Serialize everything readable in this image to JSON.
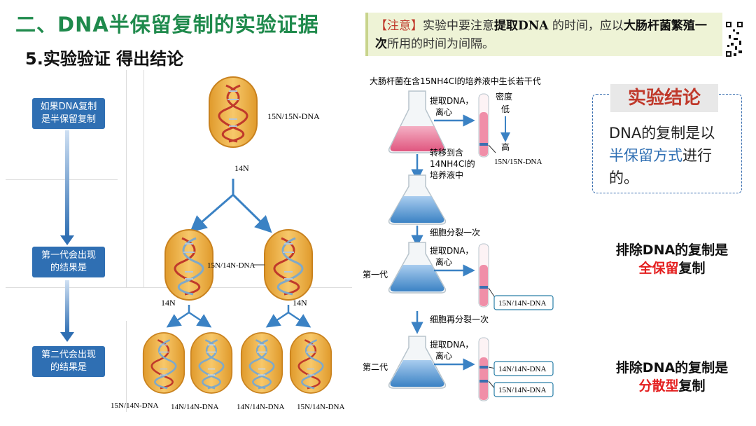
{
  "header": {
    "title": "二、DNA半保留复制的实验证据",
    "subtitle": "5.实验验证  得出结论"
  },
  "note": {
    "tag": "【注意】",
    "part1": "实验中要注意",
    "bold1": "提取DNA",
    "part2": " 的时间，应以",
    "bold2": "大肠杆菌繁殖一次",
    "part3": "所用的时间为间隔。"
  },
  "steps": [
    {
      "line1": "如果DNA复制",
      "line2": "是半保留复制"
    },
    {
      "line1": "第一代会出现",
      "line2": "的结果是"
    },
    {
      "line1": "第二代会出现",
      "line2": "的结果是"
    }
  ],
  "diagram": {
    "parent_label": "15N/15N-DNA",
    "medium_label": "14N",
    "gen1_label": "15N/14N-DNA",
    "gen1_left_medium": "14N",
    "gen1_right_medium": "14N",
    "gen2_labels": [
      "15N/14N-DNA",
      "14N/14N-DNA",
      "14N/14N-DNA",
      "15N/14N-DNA"
    ]
  },
  "experiment": {
    "header": "大肠杆菌在含15NH4Cl的培养液中生长若干代",
    "extract": "提取DNA，",
    "centrifuge": "离心",
    "density": "密度",
    "low": "低",
    "high": "高",
    "band0_label": "15N/15N-DNA",
    "transfer1": "转移到含",
    "transfer2": "14NH4Cl的",
    "transfer3": "培养液中",
    "divide1": "细胞分裂一次",
    "gen1": "第一代",
    "band1_label": "15N/14N-DNA",
    "divide2": "细胞再分裂一次",
    "gen2": "第二代",
    "band2_top": "14N/14N-DNA",
    "band2_bottom": "15N/14N-DNA"
  },
  "conclusion": {
    "title": "实验结论",
    "text1": "DNA的复制是以",
    "highlight": "半保留方式",
    "text2": "进行",
    "text3": "的。"
  },
  "exclusions": [
    {
      "line1": "排除DNA的复制是",
      "red": "全保留",
      "rest": "复制"
    },
    {
      "line1": "排除DNA的复制是",
      "red": "分散型",
      "rest": "复制"
    }
  ],
  "colors": {
    "title_green": "#1f8a4c",
    "step_blue": "#2f6fb3",
    "accent_red": "#e41f1f",
    "arrow_blue": "#3b82c4"
  }
}
